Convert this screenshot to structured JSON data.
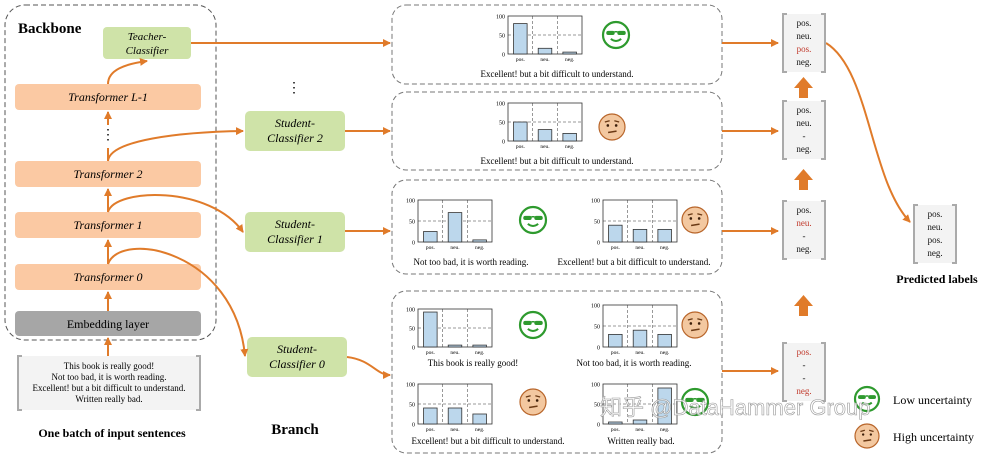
{
  "backbone": {
    "title": "Backbone",
    "teacher_classifier": [
      "Teacher-",
      "Classifier"
    ],
    "layers": [
      "Transformer L-1",
      "Transformer 2",
      "Transformer 1",
      "Transformer 0"
    ],
    "embedding_layer": "Embedding layer",
    "ellipsis": "⋮"
  },
  "input": {
    "sentences": [
      "This book is really good!",
      "Not too bad, it is worth reading.",
      "Excellent! but a bit difficult to understand.",
      "Written really bad."
    ],
    "caption": "One batch of input sentences"
  },
  "branch": {
    "title": "Branch",
    "ellipsis": "⋮",
    "classifiers": [
      {
        "lines": [
          "Student-",
          "Classifier 2"
        ]
      },
      {
        "lines": [
          "Student-",
          "Classifier 1"
        ]
      },
      {
        "lines": [
          "Student-",
          "Classifier 0"
        ]
      }
    ]
  },
  "chart_data": [
    {
      "type": "bar",
      "categories": [
        "pos.",
        "neu.",
        "neg."
      ],
      "values": [
        80,
        15,
        5
      ],
      "ylim": [
        0,
        100
      ],
      "yticks": [
        "100",
        "50",
        "0"
      ],
      "caption": "Excellent!  but a bit difficult to understand.",
      "uncertainty": "low"
    },
    {
      "type": "bar",
      "categories": [
        "pos.",
        "neu.",
        "neg."
      ],
      "values": [
        50,
        30,
        20
      ],
      "ylim": [
        0,
        100
      ],
      "yticks": [
        "100",
        "50",
        "0"
      ],
      "caption": "Excellent!  but a bit difficult to understand.",
      "uncertainty": "high"
    },
    {
      "type": "bar",
      "categories": [
        "pos.",
        "neu.",
        "neg."
      ],
      "values": [
        25,
        70,
        5
      ],
      "ylim": [
        0,
        100
      ],
      "yticks": [
        "100",
        "50",
        "0"
      ],
      "caption": "Not too bad, it is worth reading.",
      "uncertainty": "low"
    },
    {
      "type": "bar",
      "categories": [
        "pos.",
        "neu.",
        "neg."
      ],
      "values": [
        40,
        30,
        30
      ],
      "ylim": [
        0,
        100
      ],
      "yticks": [
        "100",
        "50",
        "0"
      ],
      "caption": "Excellent!  but a bit difficult to understand.",
      "uncertainty": "high"
    },
    {
      "type": "bar",
      "categories": [
        "pos.",
        "neu.",
        "neg."
      ],
      "values": [
        92,
        5,
        5
      ],
      "ylim": [
        0,
        100
      ],
      "yticks": [
        "100",
        "50",
        "0"
      ],
      "caption": "This book is really good!",
      "uncertainty": "low"
    },
    {
      "type": "bar",
      "categories": [
        "pos.",
        "neu.",
        "neg."
      ],
      "values": [
        30,
        40,
        30
      ],
      "ylim": [
        0,
        100
      ],
      "yticks": [
        "100",
        "50",
        "0"
      ],
      "caption": "Not too bad, it is worth reading.",
      "uncertainty": "high"
    },
    {
      "type": "bar",
      "categories": [
        "pos.",
        "neu.",
        "neg."
      ],
      "values": [
        40,
        40,
        25
      ],
      "ylim": [
        0,
        100
      ],
      "yticks": [
        "100",
        "50",
        "0"
      ],
      "caption": "Excellent!  but a bit difficult to understand.",
      "uncertainty": "high"
    },
    {
      "type": "bar",
      "categories": [
        "pos.",
        "neu.",
        "neg."
      ],
      "values": [
        5,
        10,
        90
      ],
      "ylim": [
        0,
        100
      ],
      "yticks": [
        "100",
        "50",
        "0"
      ],
      "caption": "Written really  bad.",
      "uncertainty": "low"
    }
  ],
  "label_columns": [
    {
      "labels": [
        "pos.",
        "neu.",
        "pos.",
        "neg."
      ],
      "highlight": [
        false,
        false,
        true,
        false
      ]
    },
    {
      "labels": [
        "pos.",
        "neu.",
        "-",
        "neg."
      ],
      "highlight": [
        false,
        false,
        false,
        false
      ]
    },
    {
      "labels": [
        "pos.",
        "neu.",
        "-",
        "neg."
      ],
      "highlight": [
        false,
        true,
        false,
        false
      ]
    },
    {
      "labels": [
        "pos.",
        "-",
        "-",
        "neg."
      ],
      "highlight": [
        true,
        false,
        false,
        true
      ]
    }
  ],
  "predicted": {
    "labels": [
      "pos.",
      "neu.",
      "pos.",
      "neg."
    ],
    "caption": "Predicted labels"
  },
  "legend": {
    "low": "Low uncertainty",
    "high": "High uncertainty"
  },
  "watermark": "知乎 @DataHammer Group",
  "colors": {
    "orange_box": "#fbc9a3",
    "orange_line": "#e07b2a",
    "green_box": "#cfe3a8",
    "grey_box": "#a6a6a6",
    "bar_fill": "#bcd7ec",
    "emoji_green": "#2e9a2e",
    "emoji_orange": "#f3c8a0",
    "highlight_red": "#c0392b"
  }
}
